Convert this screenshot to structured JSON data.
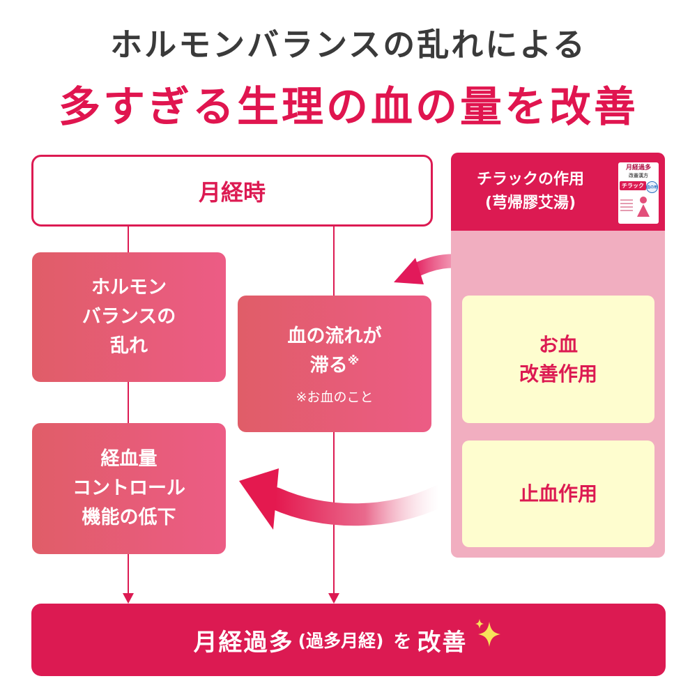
{
  "heading": {
    "line1": "ホルモンバランスの乱れによる",
    "line2": "多すぎる生理の血の量を改善"
  },
  "nodes": {
    "menses": "月経時",
    "hormone": [
      "ホルモン",
      "バランスの",
      "乱れ"
    ],
    "blood_flow": {
      "line1": "血の流れが",
      "line2": "滞る",
      "mark": "※",
      "note": "※お血のこと"
    },
    "control": [
      "経血量",
      "コントロール",
      "機能の低下"
    ]
  },
  "panel": {
    "title": "チラックの作用",
    "subtitle": "(芎帰膠艾湯)",
    "product": {
      "name_line1": "月経過多",
      "name_line2": "改善漢方",
      "brand": "チラック",
      "badge": "血の用"
    },
    "actions": {
      "oketsu": [
        "お血",
        "改善作用"
      ],
      "hemostatic": "止血作用"
    }
  },
  "result": {
    "main": "月経過多",
    "paren": "(過多月経)",
    "particle": "を",
    "improve": "改善"
  },
  "icons": {
    "sparkle": "sparkle-icon",
    "arrow_curved": "curved-arrow-icon"
  },
  "colors": {
    "accent": "#dc1a52",
    "pink_box": "#e65c77",
    "panel_bg": "#f1aec0",
    "yellow_box": "#fefdcf"
  }
}
